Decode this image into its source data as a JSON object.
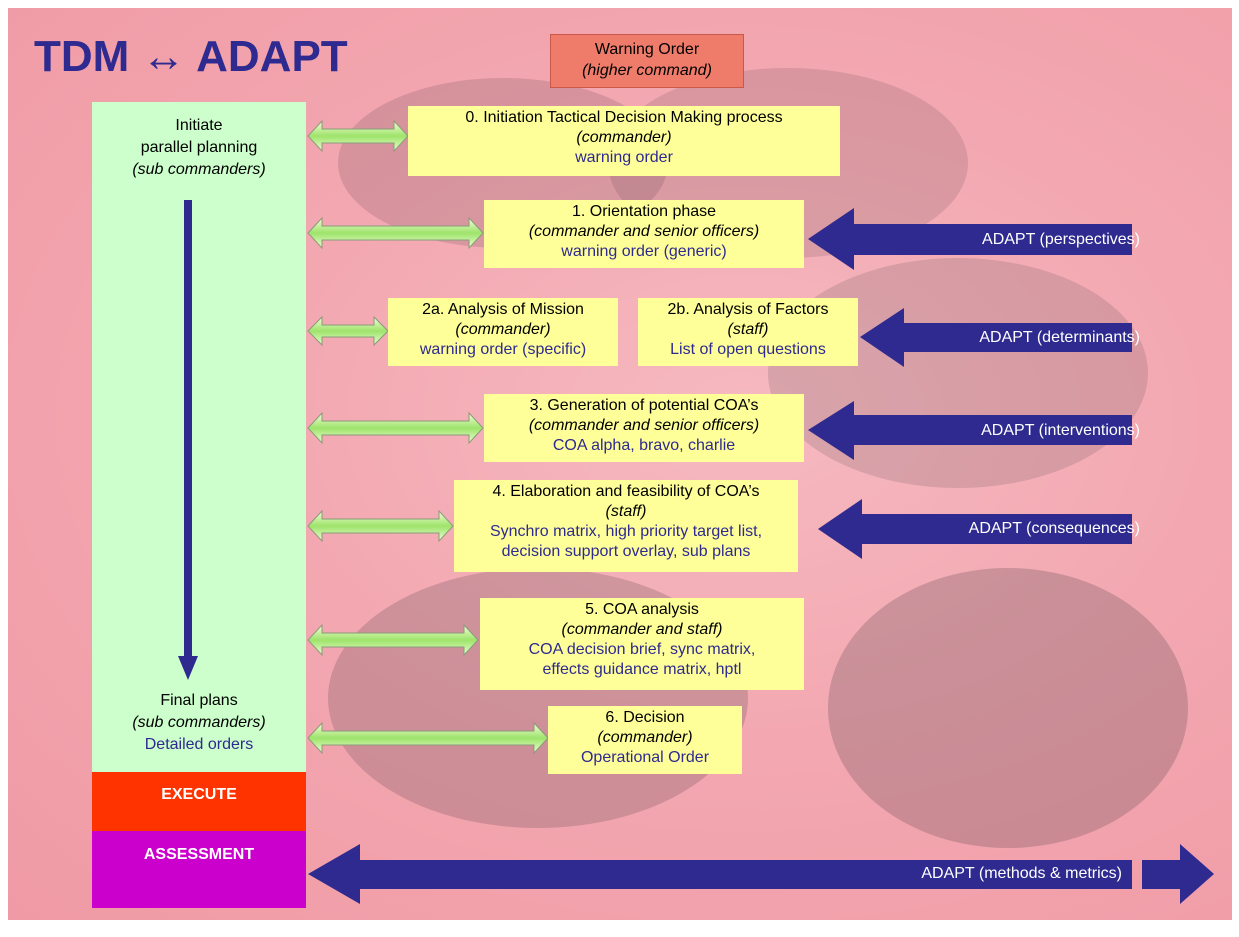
{
  "title": "TDM ↔ ADAPT",
  "warning_order": {
    "line1": "Warning Order",
    "line2": "(higher command)"
  },
  "left_column": {
    "top_line1": "Initiate",
    "top_line2": "parallel planning",
    "top_line3": "(sub commanders)",
    "bottom_line1": "Final plans",
    "bottom_line2": "(sub commanders)",
    "bottom_line3": "Detailed orders"
  },
  "execute_label": "EXECUTE",
  "assessment_label": "ASSESSMENT",
  "steps": {
    "s0": {
      "title": "0. Initiation Tactical Decision Making process",
      "role": "(commander)",
      "output": "warning order"
    },
    "s1": {
      "title": "1. Orientation phase",
      "role": "(commander and senior officers)",
      "output": "warning order (generic)"
    },
    "s2a": {
      "title": "2a. Analysis of Mission",
      "role": "(commander)",
      "output": "warning order (specific)"
    },
    "s2b": {
      "title": "2b. Analysis of Factors",
      "role": "(staff)",
      "output": "List of open questions"
    },
    "s3": {
      "title": "3. Generation of potential COA’s",
      "role": "(commander and senior officers)",
      "output": "COA alpha, bravo, charlie"
    },
    "s4": {
      "title": "4. Elaboration and feasibility of COA’s",
      "role": "(staff)",
      "output1": "Synchro matrix, high priority target list,",
      "output2": "decision support overlay, sub plans"
    },
    "s5": {
      "title": "5. COA analysis",
      "role": "(commander and staff)",
      "output1": "COA decision brief, sync matrix,",
      "output2": "effects guidance matrix, hptl"
    },
    "s6": {
      "title": "6. Decision",
      "role": "(commander)",
      "output": "Operational Order"
    }
  },
  "adapt": {
    "perspectives": "ADAPT (perspectives)",
    "determinants": "ADAPT (determinants)",
    "interventions": "ADAPT (interventions)",
    "consequences": "ADAPT (consequences)",
    "methods": "ADAPT (methods & metrics)"
  },
  "colors": {
    "title": "#2e2a8f",
    "box": "#ffff99",
    "left_column": "#ccffcc",
    "execute": "#ff3300",
    "assessment": "#cc00cc",
    "adapt_arrow": "#2e2a8f",
    "warning_order": "#ef7c6a"
  }
}
